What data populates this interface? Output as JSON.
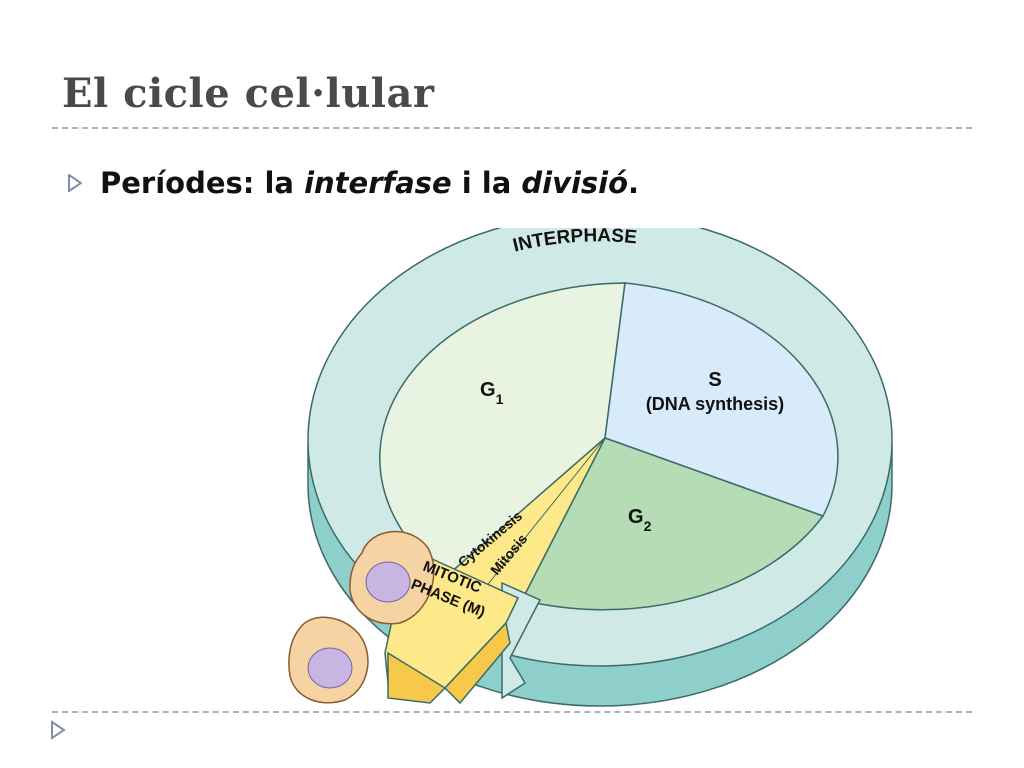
{
  "slide": {
    "title": "El cicle cel·lular",
    "bullet": {
      "prefix": "Períodes: la ",
      "term1": "interfase",
      "middle": " i la ",
      "term2": "divisió",
      "suffix": "."
    }
  },
  "diagram": {
    "ring_label": "INTERPHASE",
    "phases": [
      {
        "id": "G1",
        "label": "G",
        "sub": "1",
        "color": "#e8f3e2"
      },
      {
        "id": "S",
        "label": "S",
        "detail": "(DNA synthesis)",
        "color": "#d7ebfb"
      },
      {
        "id": "G2",
        "label": "G",
        "sub": "2",
        "color": "#b5dcb4"
      },
      {
        "id": "M",
        "label_line1": "MITOTIC",
        "label_line2": "PHASE (M)",
        "color": "#fde98a"
      }
    ],
    "mitotic_parts": [
      "Mitosis",
      "Cytokinesis"
    ],
    "ring_color": "#cfe9e7",
    "ring_side_color": "#8fcfcb"
  },
  "icons": {
    "bullet": "triangle-right-icon",
    "nav": "triangle-right-icon"
  },
  "colors": {
    "title": "#4a4a4a",
    "rule": "#a8b4c6",
    "accent": "#7e8fb1"
  }
}
